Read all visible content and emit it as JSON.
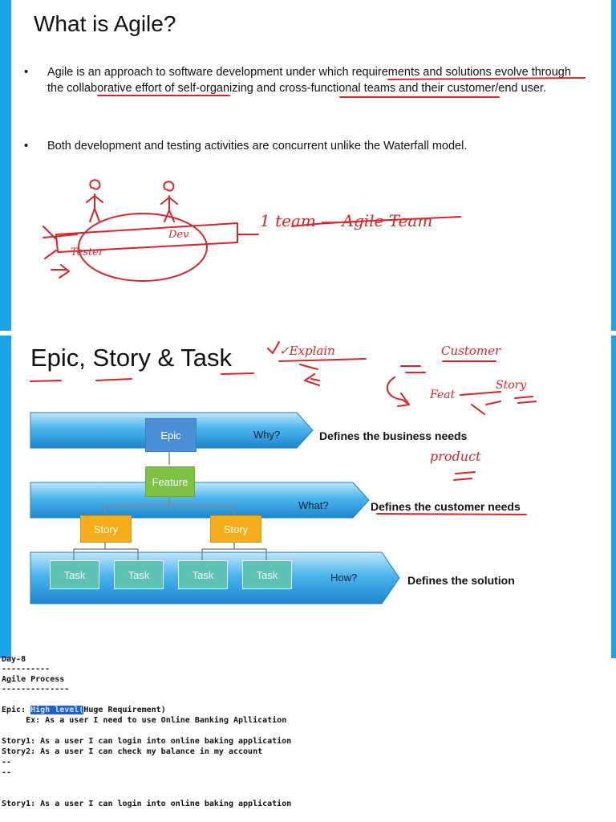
{
  "slide1": {
    "title": "What is Agile?",
    "bullets": [
      "Agile is an approach to software development under which requirements and solutions evolve through the collaborative effort of self-organizing and cross-functional teams and their customer/end user.",
      "Both development and testing activities are concurrent unlike the Waterfall model."
    ],
    "annotations": {
      "tester": "Tester",
      "dev": "Dev",
      "team_note": "1 team — Agile Team"
    }
  },
  "slide2": {
    "title": "Epic, Story & Task",
    "annotations": {
      "explain": "✓Explain",
      "customer": "Customer",
      "feature": "Feat",
      "story": "Story",
      "product": "product"
    },
    "diagram": {
      "epic": "Epic",
      "feature": "Feature",
      "stories": [
        "Story",
        "Story"
      ],
      "tasks": [
        "Task",
        "Task",
        "Task",
        "Task"
      ],
      "why": "Why?",
      "what": "What?",
      "how": "How?",
      "why_desc": "Defines the business needs",
      "what_desc": "Defines the customer needs",
      "how_desc": "Defines the solution"
    }
  },
  "notes": {
    "day": "Day-8",
    "rule1": "----------",
    "process": "Agile Process",
    "rule2": "--------------",
    "epic_prefix": "Epic: ",
    "epic_highlight": "High level(",
    "epic_rest": "Huge Requirement)",
    "epic_example": "     Ex: As a user I need to use Online Banking Apllication",
    "story1": "Story1: As a user I can login into online baking application",
    "story2": "Story2: As a user I can check my balance in my account",
    "dash1": "--",
    "dash2": "--",
    "story1_repeat": "Story1: As a user I can login into online baking application"
  },
  "colors": {
    "ink": "#d8232a",
    "edge": "#1aa3e8",
    "epic": "#4a8fd8",
    "feature": "#7dc242",
    "story": "#f5ad1c",
    "task": "#5bc2b4"
  }
}
